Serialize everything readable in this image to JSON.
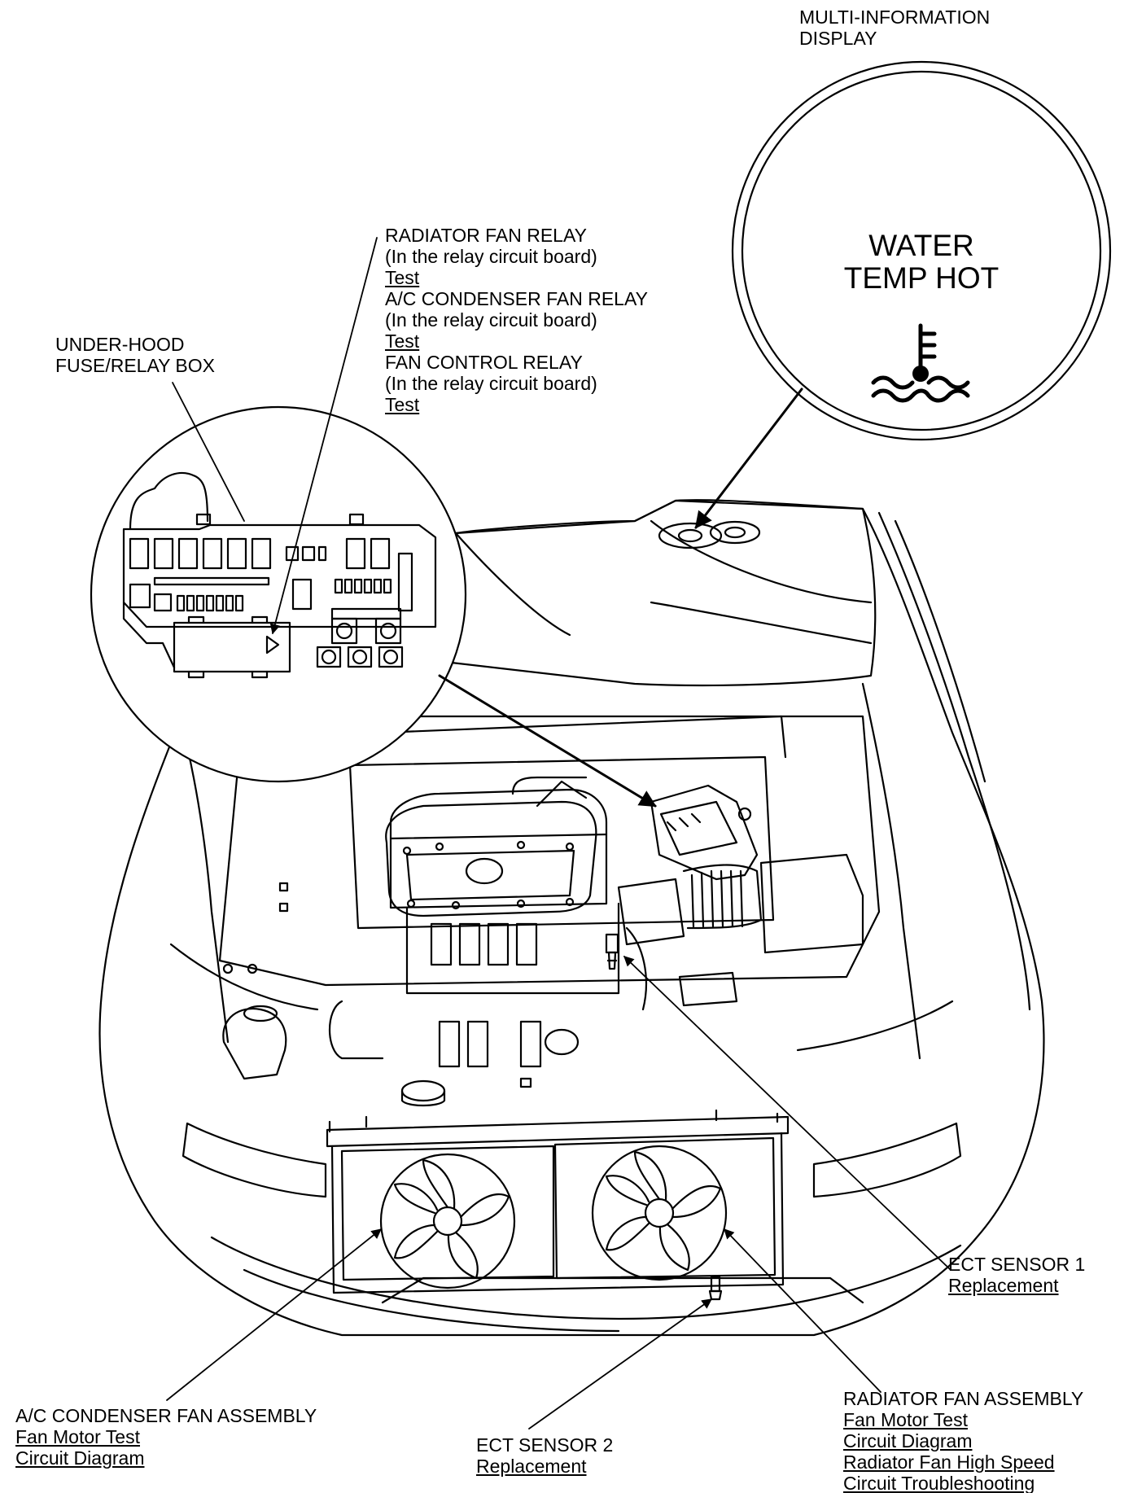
{
  "display_callout": {
    "title_line1": "MULTI-INFORMATION",
    "title_line2": "DISPLAY",
    "message_line1": "WATER",
    "message_line2": "TEMP HOT",
    "icon": "water-temperature-warning-icon"
  },
  "fuse_box_callout": {
    "line1": "UNDER-HOOD",
    "line2": "FUSE/RELAY BOX"
  },
  "relays_callout": {
    "radiator_fan_relay": "RADIATOR FAN RELAY",
    "radiator_fan_relay_note": "(In the relay circuit board)",
    "radiator_fan_relay_link": "Test",
    "ac_condenser_fan_relay": "A/C CONDENSER FAN RELAY",
    "ac_condenser_fan_relay_note": "(In the relay circuit board)",
    "ac_condenser_fan_relay_link": "Test",
    "fan_control_relay": "FAN CONTROL RELAY",
    "fan_control_relay_note": "(In the relay circuit board)",
    "fan_control_relay_link": "Test"
  },
  "ect_sensor_1": {
    "label": "ECT SENSOR 1",
    "link": "Replacement"
  },
  "ect_sensor_2": {
    "label": "ECT SENSOR 2",
    "link": "Replacement"
  },
  "ac_condenser_fan_assembly": {
    "label": "A/C CONDENSER FAN ASSEMBLY",
    "link1": "Fan Motor Test",
    "link2": "Circuit Diagram"
  },
  "radiator_fan_assembly": {
    "label": "RADIATOR FAN ASSEMBLY",
    "link1": "Fan Motor Test",
    "link2": "Circuit Diagram",
    "link3": "Radiator Fan High Speed",
    "link4": "Circuit Troubleshooting"
  },
  "colors": {
    "ink": "#000000",
    "paper": "#ffffff"
  }
}
